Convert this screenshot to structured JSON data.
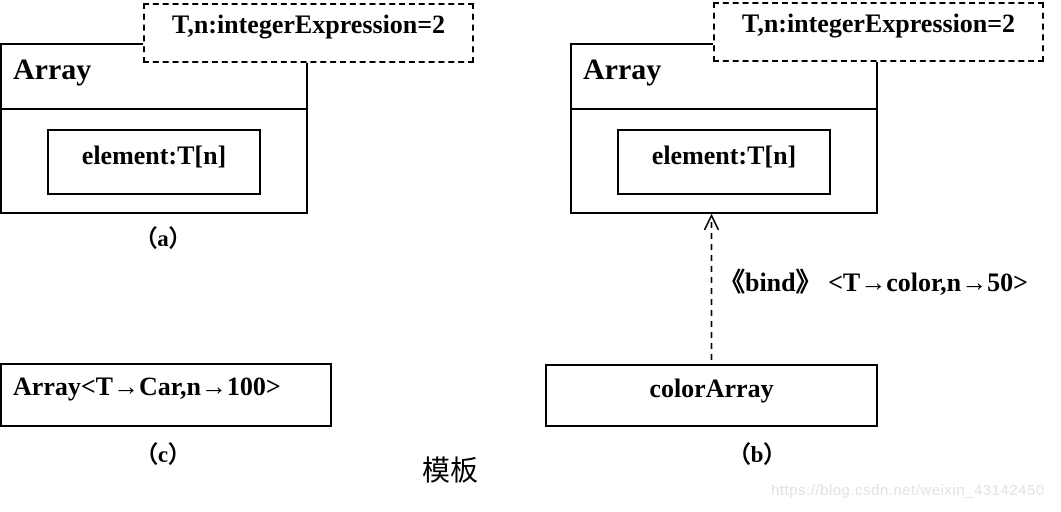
{
  "diagram": {
    "param_label": "T,n:integerExpression=2",
    "class_name": "Array",
    "attribute": "element:T[n]",
    "bind_label": "《bind》 <T→color,n→50>",
    "bound_object": "colorArray",
    "instantiation": "Array<T→Car,n→100>",
    "label_a": "（a）",
    "label_b": "（b）",
    "label_c": "（c）",
    "caption": "模板",
    "watermark": "https://blog.csdn.net/weixin_43142450",
    "colors": {
      "line": "#000000",
      "background": "#ffffff",
      "watermark_text": "#e2e2e2"
    }
  }
}
